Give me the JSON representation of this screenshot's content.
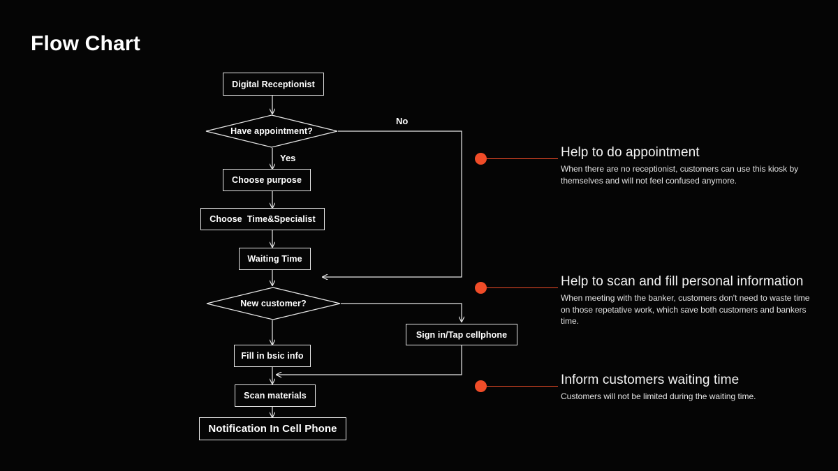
{
  "page": {
    "title": "Flow Chart",
    "background": "#050505",
    "accent": "#f04c28",
    "stroke": "#e8e8e8"
  },
  "chart_data": {
    "type": "diagram",
    "title": "Flow Chart",
    "nodes": [
      {
        "id": "n1",
        "label": "Digital Receptionist",
        "shape": "rect"
      },
      {
        "id": "d1",
        "label": "Have appointment?",
        "shape": "diamond"
      },
      {
        "id": "n2",
        "label": "Choose purpose",
        "shape": "rect"
      },
      {
        "id": "n3",
        "label": "Choose  Time&Specialist",
        "shape": "rect"
      },
      {
        "id": "n4",
        "label": "Waiting Time",
        "shape": "rect"
      },
      {
        "id": "d2",
        "label": "New customer?",
        "shape": "diamond"
      },
      {
        "id": "n5",
        "label": "Sign in/Tap cellphone",
        "shape": "rect"
      },
      {
        "id": "n6",
        "label": "Fill in bsic info",
        "shape": "rect"
      },
      {
        "id": "n7",
        "label": "Scan materials",
        "shape": "rect"
      },
      {
        "id": "n8",
        "label": "Notification In Cell Phone",
        "shape": "rect"
      }
    ],
    "edges": [
      {
        "from": "n1",
        "to": "d1",
        "label": ""
      },
      {
        "from": "d1",
        "to": "n2",
        "label": "Yes"
      },
      {
        "from": "d1",
        "to": "n4",
        "label": "No"
      },
      {
        "from": "n2",
        "to": "n3",
        "label": ""
      },
      {
        "from": "n3",
        "to": "n4",
        "label": ""
      },
      {
        "from": "n4",
        "to": "d2",
        "label": ""
      },
      {
        "from": "d2",
        "to": "n6",
        "label": ""
      },
      {
        "from": "d2",
        "to": "n5",
        "label": ""
      },
      {
        "from": "n5",
        "to": "n7",
        "label": ""
      },
      {
        "from": "n6",
        "to": "n7",
        "label": ""
      },
      {
        "from": "n7",
        "to": "n8",
        "label": ""
      }
    ]
  },
  "flow": {
    "nodes": {
      "digital_receptionist": "Digital Receptionist",
      "have_appointment": "Have appointment?",
      "choose_purpose": "Choose purpose",
      "choose_time_specialist": "Choose  Time&Specialist",
      "waiting_time": "Waiting Time",
      "new_customer": "New customer?",
      "sign_in_tap_cellphone": "Sign in/Tap cellphone",
      "fill_in_basic_info": "Fill in bsic info",
      "scan_materials": "Scan materials",
      "notification_in_cell_phone": "Notification In Cell Phone"
    },
    "branch_labels": {
      "no": "No",
      "yes": "Yes"
    }
  },
  "annotations": [
    {
      "heading": "Help to do appointment",
      "body": "When there are no receptionist, customers can use this kiosk by themselves and will not feel confused anymore."
    },
    {
      "heading": "Help to scan and fill personal information",
      "body": "When meeting with the banker, customers don't need to waste time on those repetative work, which save both customers and bankers time."
    },
    {
      "heading": "Inform customers waiting time",
      "body": "Customers will not be limited during the waiting time."
    }
  ]
}
